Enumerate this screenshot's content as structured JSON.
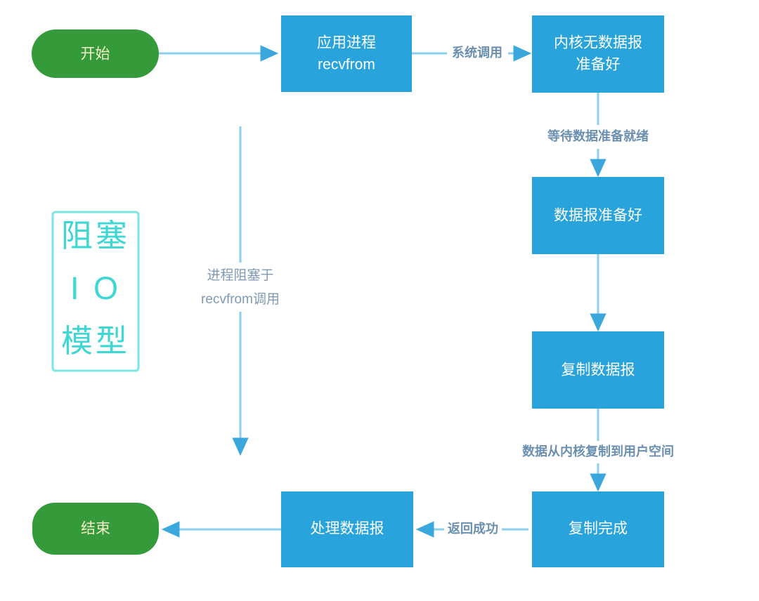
{
  "diagram": {
    "title_box": {
      "lines": [
        "阻塞",
        "I O",
        "模型"
      ],
      "border_color": "#7ce6e2",
      "text_color": "#3ed7d3"
    },
    "colors": {
      "process_fill": "#29a3db",
      "terminator_fill": "#349a3a",
      "connector": "#8acfee",
      "edge_label_text": "#6b8fae",
      "side_label_text": "#7f9ab4",
      "process_text": "#ffffff",
      "terminator_text": "#f2eec8",
      "background": "#ffffff"
    },
    "nodes": [
      {
        "id": "start",
        "shape": "terminator",
        "lines": [
          "开始"
        ]
      },
      {
        "id": "app-recvfrom",
        "shape": "process",
        "lines": [
          "应用进程",
          "recvfrom"
        ]
      },
      {
        "id": "kernel-no-data",
        "shape": "process",
        "lines": [
          "内核无数据报",
          "准备好"
        ]
      },
      {
        "id": "data-ready",
        "shape": "process",
        "lines": [
          "数据报准备好"
        ]
      },
      {
        "id": "copy-data",
        "shape": "process",
        "lines": [
          "复制数据报"
        ]
      },
      {
        "id": "copy-done",
        "shape": "process",
        "lines": [
          "复制完成"
        ]
      },
      {
        "id": "handle-data",
        "shape": "process",
        "lines": [
          "处理数据报"
        ]
      },
      {
        "id": "end",
        "shape": "terminator",
        "lines": [
          "结束"
        ]
      }
    ],
    "edge_labels": [
      {
        "id": "syscall",
        "text": "系统调用"
      },
      {
        "id": "wait-ready",
        "text": "等待数据准备就绪"
      },
      {
        "id": "copy-to-user",
        "text": "数据从内核复制到用户空间"
      },
      {
        "id": "return-ok",
        "text": "返回成功"
      }
    ],
    "side_labels": [
      {
        "id": "blocked-note",
        "lines": [
          "进程阻塞于",
          "recvfrom调用"
        ]
      }
    ]
  }
}
